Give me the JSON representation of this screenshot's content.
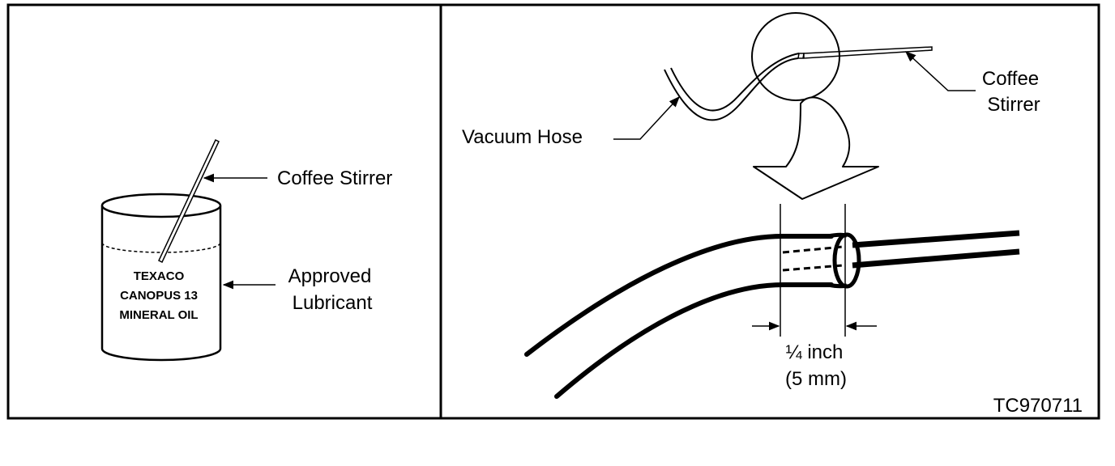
{
  "left_panel": {
    "coffee_stirrer_label": "Coffee Stirrer",
    "can_label": {
      "line1": "TEXACO",
      "line2": "CANOPUS 13",
      "line3": "MINERAL OIL"
    },
    "approved_label": {
      "line1": "Approved",
      "line2": "Lubricant"
    }
  },
  "right_panel": {
    "vacuum_hose_label": "Vacuum Hose",
    "coffee_stirrer_label": {
      "line1": "Coffee",
      "line2": "Stirrer"
    },
    "dimension_label": {
      "line1": "¼ inch",
      "line2": "(5 mm)"
    },
    "figure_code": "TC970711"
  },
  "colors": {
    "ink": "#000000",
    "background": "#ffffff"
  }
}
